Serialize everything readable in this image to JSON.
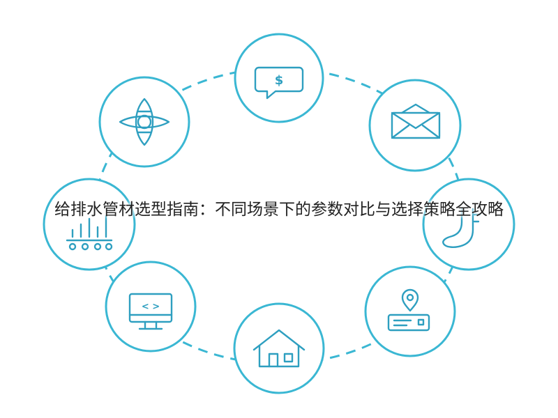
{
  "title": "给排水管材选型指南：不同场景下的参数对比与选择策略全攻略",
  "colors": {
    "accent": "#3ab7d3",
    "icon": "#2e9fc0",
    "text": "#222222",
    "background": "#ffffff"
  },
  "nodes": [
    {
      "id": "dollar-chat",
      "icon": "dollar-chat-bubble-icon",
      "glyph": "$"
    },
    {
      "id": "mail",
      "icon": "envelope-icon"
    },
    {
      "id": "foot",
      "icon": "foot-icon"
    },
    {
      "id": "location-card",
      "icon": "location-pin-card-icon"
    },
    {
      "id": "home",
      "icon": "house-icon"
    },
    {
      "id": "code-monitor",
      "icon": "code-monitor-icon",
      "glyph": "< >"
    },
    {
      "id": "bar-chart",
      "icon": "bar-chart-icon"
    },
    {
      "id": "compass",
      "icon": "compass-rose-icon"
    }
  ]
}
